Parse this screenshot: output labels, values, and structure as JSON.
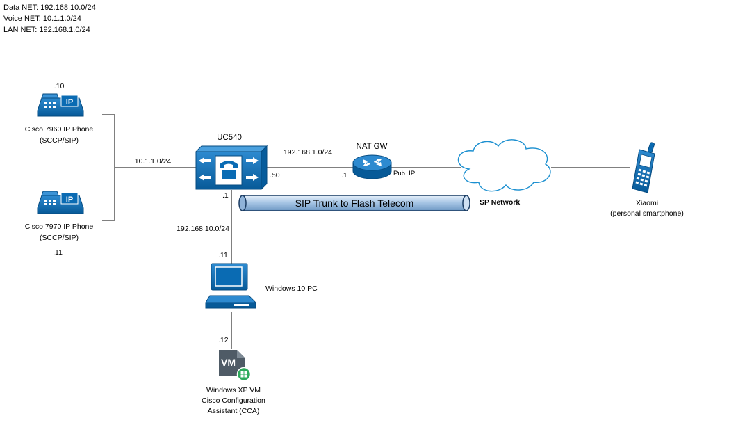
{
  "legend": {
    "data_net": "Data NET: 192.168.10.0/24",
    "voice_net": "Voice NET: 10.1.1.0/24",
    "lan_net": "LAN NET: 192.168.1.0/24"
  },
  "phone1": {
    "ip": ".10",
    "name": "Cisco 7960 IP Phone",
    "proto": "(SCCP/SIP)"
  },
  "phone2": {
    "name": "Cisco 7970 IP Phone",
    "proto": "(SCCP/SIP)",
    "ip": ".11"
  },
  "voice_subnet": "10.1.1.0/24",
  "uc540": {
    "name": "UC540",
    "lan_ip": ".50",
    "data_ip": ".1"
  },
  "lan_subnet": "192.168.1.0/24",
  "natgw": {
    "name": "NAT GW",
    "lan_ip": ".1",
    "wan_label": "Pub. IP"
  },
  "sp_network": "SP Network",
  "trunk_label": "SIP Trunk to Flash Telecom",
  "data_subnet": "192.168.10.0/24",
  "pc": {
    "ip": ".11",
    "name": "Windows 10 PC"
  },
  "vm": {
    "ip": ".12",
    "badge": "VM",
    "line1": "Windows XP VM",
    "line2": "Cisco Configuration",
    "line3": "Assistant (CCA)"
  },
  "mobile": {
    "name": "Xiaomi",
    "desc": "(personal smartphone)"
  },
  "colors": {
    "cisco_blue": "#0a6bb3",
    "trunk_fill": "#a9c7e6",
    "trunk_edge": "#1b3c63",
    "vm_gray": "#4f5b66",
    "vm_green": "#2eaa5c"
  }
}
